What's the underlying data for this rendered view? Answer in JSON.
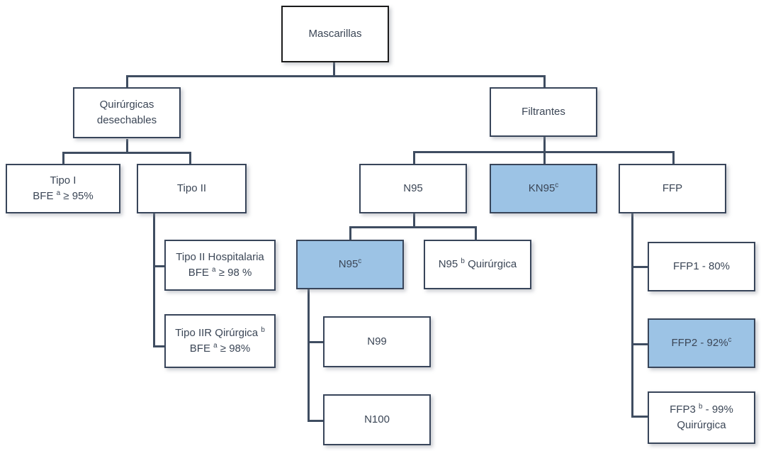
{
  "diagram": {
    "title": "Mascarillas",
    "type": "tree-flowchart",
    "highlight_color": "#9cc3e5",
    "box_border_color": "#38455a",
    "text_color": "#3b4656",
    "background": "#ffffff",
    "nodes": {
      "root": {
        "label": "Mascarillas",
        "highlighted": false
      },
      "quirurgicas": {
        "line1": "Quirúrgicas",
        "line2": "desechables",
        "highlighted": false
      },
      "filtrantes": {
        "label": "Filtrantes",
        "highlighted": false
      },
      "tipo1": {
        "line1": "Tipo I",
        "line2_pre": "BFE ",
        "line2_sup": "a",
        "line2_post": " ≥ 95%",
        "highlighted": false
      },
      "tipo2": {
        "label": "Tipo II",
        "highlighted": false
      },
      "tipo2hosp": {
        "line1": "Tipo II Hospitalaria",
        "line2_pre": "BFE ",
        "line2_sup": "a",
        "line2_post": " ≥ 98 %",
        "highlighted": false
      },
      "tipo2r": {
        "line1_pre": "Tipo IIR Qirúrgica ",
        "line1_sup": "b",
        "line2_pre": "BFE ",
        "line2_sup": "a",
        "line2_post": " ≥ 98%",
        "highlighted": false
      },
      "n95": {
        "label": "N95",
        "highlighted": false
      },
      "kn95": {
        "label_pre": "KN95",
        "label_sup": "c",
        "highlighted": true
      },
      "ffp": {
        "label": "FFP",
        "highlighted": false
      },
      "n95c": {
        "label_pre": "N95",
        "label_sup": "c",
        "highlighted": true
      },
      "n95quir": {
        "label_pre": "N95 ",
        "label_sup": "b",
        "label_post": " Quirúrgica",
        "highlighted": false
      },
      "n99": {
        "label": "N99",
        "highlighted": false
      },
      "n100": {
        "label": "N100",
        "highlighted": false
      },
      "ffp1": {
        "label": "FFP1 - 80%",
        "highlighted": false
      },
      "ffp2": {
        "label_pre": "FFP2 - 92%",
        "label_sup": "c",
        "highlighted": true
      },
      "ffp3": {
        "line1_pre": "FFP3 ",
        "line1_sup": "b",
        "line1_post": " - 99%",
        "line2": "Quirúrgica",
        "highlighted": false
      }
    },
    "edges": [
      {
        "from": "root",
        "to": "quirurgicas",
        "style": "orthogonal-split"
      },
      {
        "from": "root",
        "to": "filtrantes",
        "style": "orthogonal-split"
      },
      {
        "from": "quirurgicas",
        "to": "tipo1",
        "style": "orthogonal-split"
      },
      {
        "from": "quirurgicas",
        "to": "tipo2",
        "style": "orthogonal-split"
      },
      {
        "from": "tipo2",
        "to": "tipo2hosp",
        "style": "elbow-left"
      },
      {
        "from": "tipo2",
        "to": "tipo2r",
        "style": "elbow-left"
      },
      {
        "from": "filtrantes",
        "to": "n95",
        "style": "orthogonal-split"
      },
      {
        "from": "filtrantes",
        "to": "kn95",
        "style": "orthogonal-split"
      },
      {
        "from": "filtrantes",
        "to": "ffp",
        "style": "orthogonal-split"
      },
      {
        "from": "n95",
        "to": "n95c",
        "style": "orthogonal-split"
      },
      {
        "from": "n95",
        "to": "n95quir",
        "style": "orthogonal-split"
      },
      {
        "from": "n95c",
        "to": "n99",
        "style": "elbow-left"
      },
      {
        "from": "n95c",
        "to": "n100",
        "style": "elbow-left"
      },
      {
        "from": "ffp",
        "to": "ffp1",
        "style": "elbow-left"
      },
      {
        "from": "ffp",
        "to": "ffp2",
        "style": "elbow-left"
      },
      {
        "from": "ffp",
        "to": "ffp3",
        "style": "elbow-left"
      }
    ]
  }
}
